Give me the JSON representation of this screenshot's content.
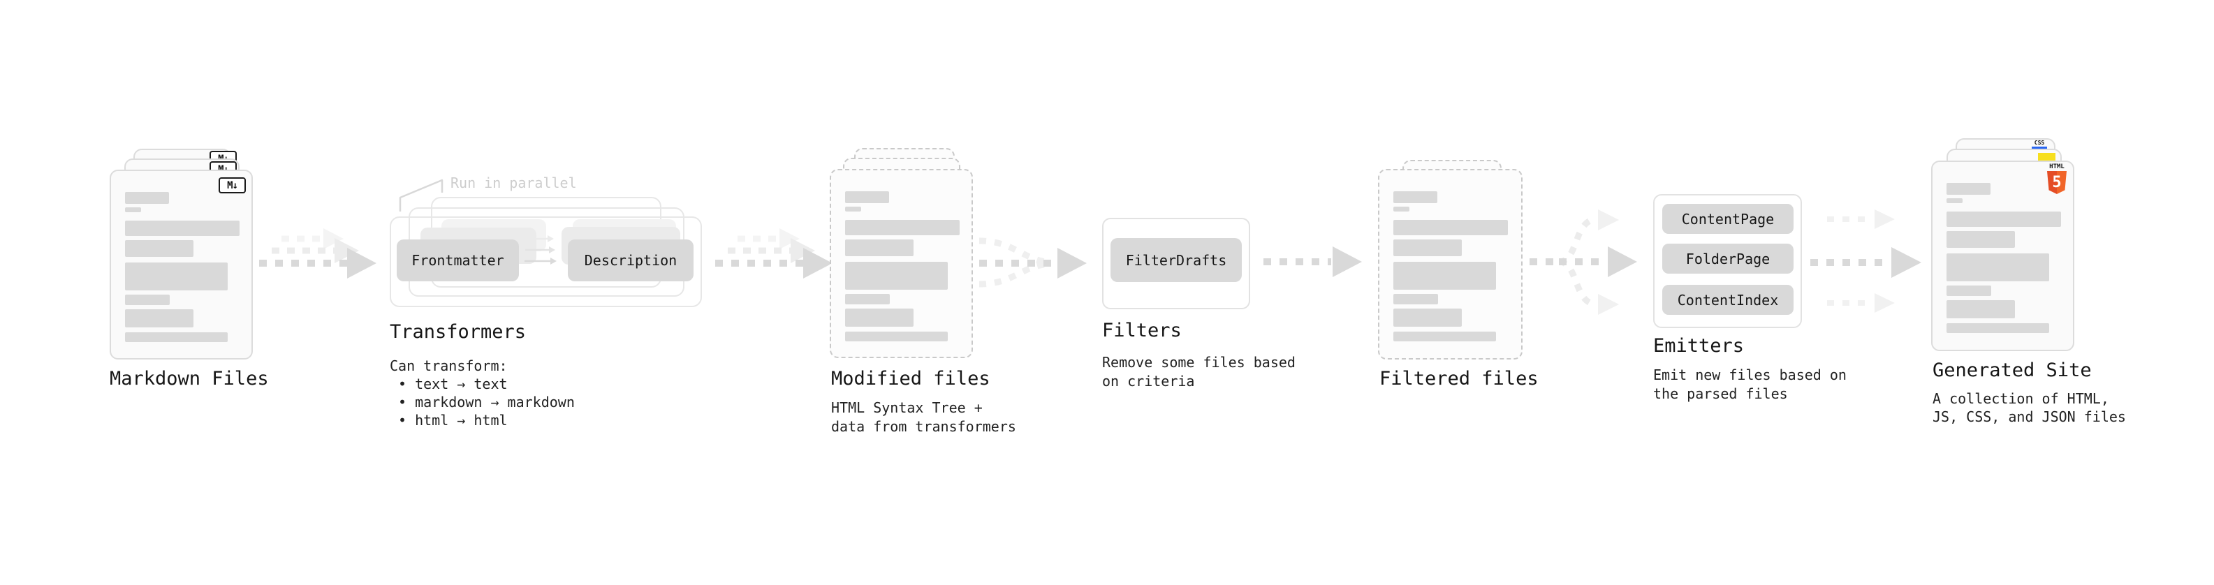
{
  "stages": {
    "markdown": {
      "label": "Markdown Files",
      "icon": "M↓"
    },
    "transformers": {
      "title": "Transformers",
      "annotation": "Run in parallel",
      "box_left": "Frontmatter",
      "box_right": "Description",
      "desc_heading": "Can transform:",
      "bullets": [
        "• text → text",
        "• markdown → markdown",
        "• html → html"
      ]
    },
    "modified": {
      "title": "Modified files",
      "desc": "HTML Syntax Tree +\ndata from transformers"
    },
    "filters": {
      "title": "Filters",
      "box": "FilterDrafts",
      "desc": "Remove some files based\non criteria"
    },
    "filtered": {
      "title": "Filtered files"
    },
    "emitters": {
      "title": "Emitters",
      "boxes": [
        "ContentPage",
        "FolderPage",
        "ContentIndex"
      ],
      "desc": "Emit new files based on\nthe parsed files"
    },
    "generated": {
      "title": "Generated Site",
      "desc": "A collection of HTML,\nJS, CSS, and JSON files",
      "icons": {
        "html_word": "HTML",
        "html_five": "5",
        "css": "CSS"
      }
    }
  },
  "colors": {
    "skeleton": "#d9d9d9",
    "arrow": "#d9d9d9",
    "arrow_faded": "#ececec",
    "annotation_gray": "#cdcdcd",
    "html5_orange": "#e44d26",
    "html5_orange_light": "#f16529",
    "js_yellow": "#f7df1e",
    "css_blue": "#2965f1"
  }
}
